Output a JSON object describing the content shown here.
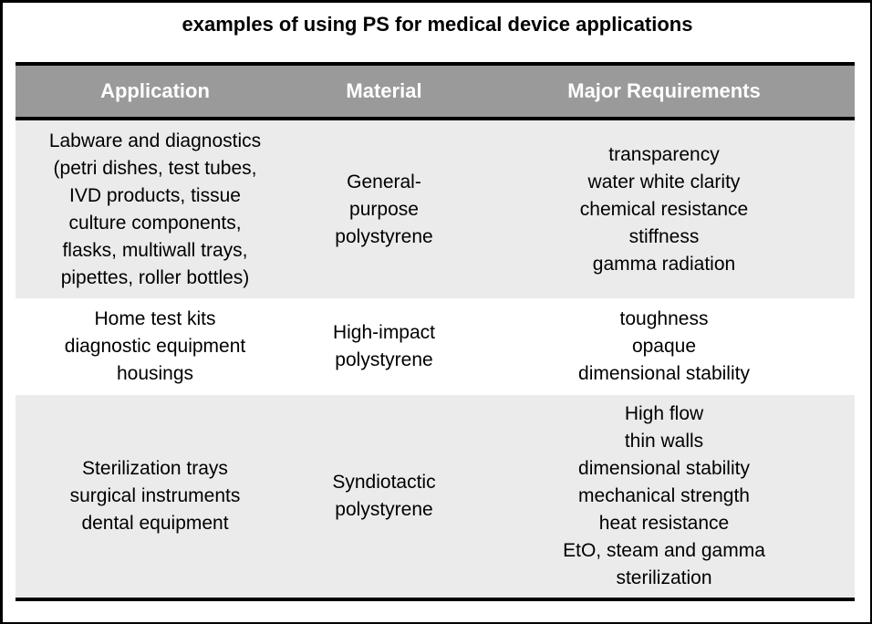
{
  "title": "examples of using PS for medical device applications",
  "table": {
    "headers": [
      "Application",
      "Material",
      "Major Requirements"
    ],
    "rows": [
      {
        "application": [
          "Labware and diagnostics",
          "(petri dishes, test tubes,",
          "IVD products, tissue",
          "culture components,",
          "flasks, multiwall trays,",
          "pipettes, roller bottles)"
        ],
        "material": [
          "General-",
          "purpose",
          "polystyrene"
        ],
        "requirements": [
          "transparency",
          "water white clarity",
          "chemical resistance",
          "stiffness",
          "gamma radiation"
        ]
      },
      {
        "application": [
          "Home test kits",
          "diagnostic equipment",
          "housings"
        ],
        "material": [
          "High-impact",
          "polystyrene"
        ],
        "requirements": [
          "toughness",
          "opaque",
          "dimensional stability"
        ]
      },
      {
        "application": [
          "Sterilization trays",
          "surgical instruments",
          "dental equipment"
        ],
        "material": [
          "Syndiotactic",
          "polystyrene"
        ],
        "requirements": [
          "High flow",
          "thin walls",
          "dimensional stability",
          "mechanical strength",
          "heat resistance",
          "EtO, steam and gamma",
          "sterilization"
        ]
      }
    ]
  },
  "colors": {
    "header_bg": "#9a9a9a",
    "header_text": "#ffffff",
    "row_shade": "#ebebeb",
    "row_white": "#ffffff",
    "rule": "#000000"
  }
}
